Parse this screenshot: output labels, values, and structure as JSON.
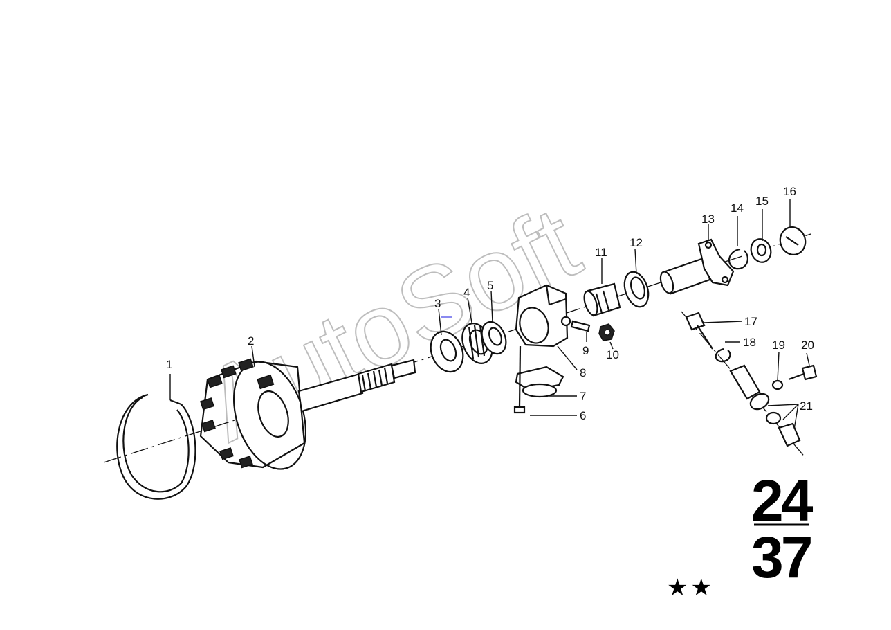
{
  "watermark": "AutoSoft",
  "group_code": {
    "top": "24",
    "bottom": "37"
  },
  "stars": "★★",
  "callouts": [
    "1",
    "2",
    "3",
    "4",
    "5",
    "6",
    "7",
    "8",
    "9",
    "10",
    "11",
    "12",
    "13",
    "14",
    "15",
    "16",
    "17",
    "18",
    "19",
    "20",
    "21"
  ],
  "colors": {
    "ink": "#111111",
    "background": "#ffffff",
    "watermark": "#888888",
    "marker": "#8a8af0"
  }
}
